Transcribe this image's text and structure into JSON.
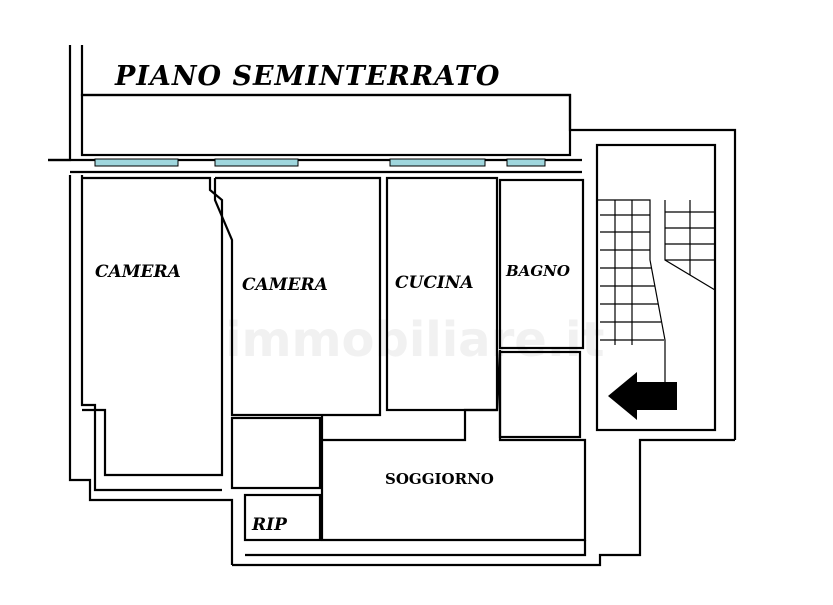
{
  "title": "PIANO SEMINTERRATO",
  "rooms": {
    "camera_1": "CAMERA",
    "camera_2": "CAMERA",
    "cucina": "CUCINA",
    "bagno": "BAGNO",
    "soggiorno": "SOGGIORNO",
    "rip": "RIP"
  },
  "watermark": "immobiliare.it",
  "colors": {
    "window": "#9fd6dd",
    "wall": "#000000"
  },
  "icons": {
    "entrance": "arrow-left-icon"
  }
}
